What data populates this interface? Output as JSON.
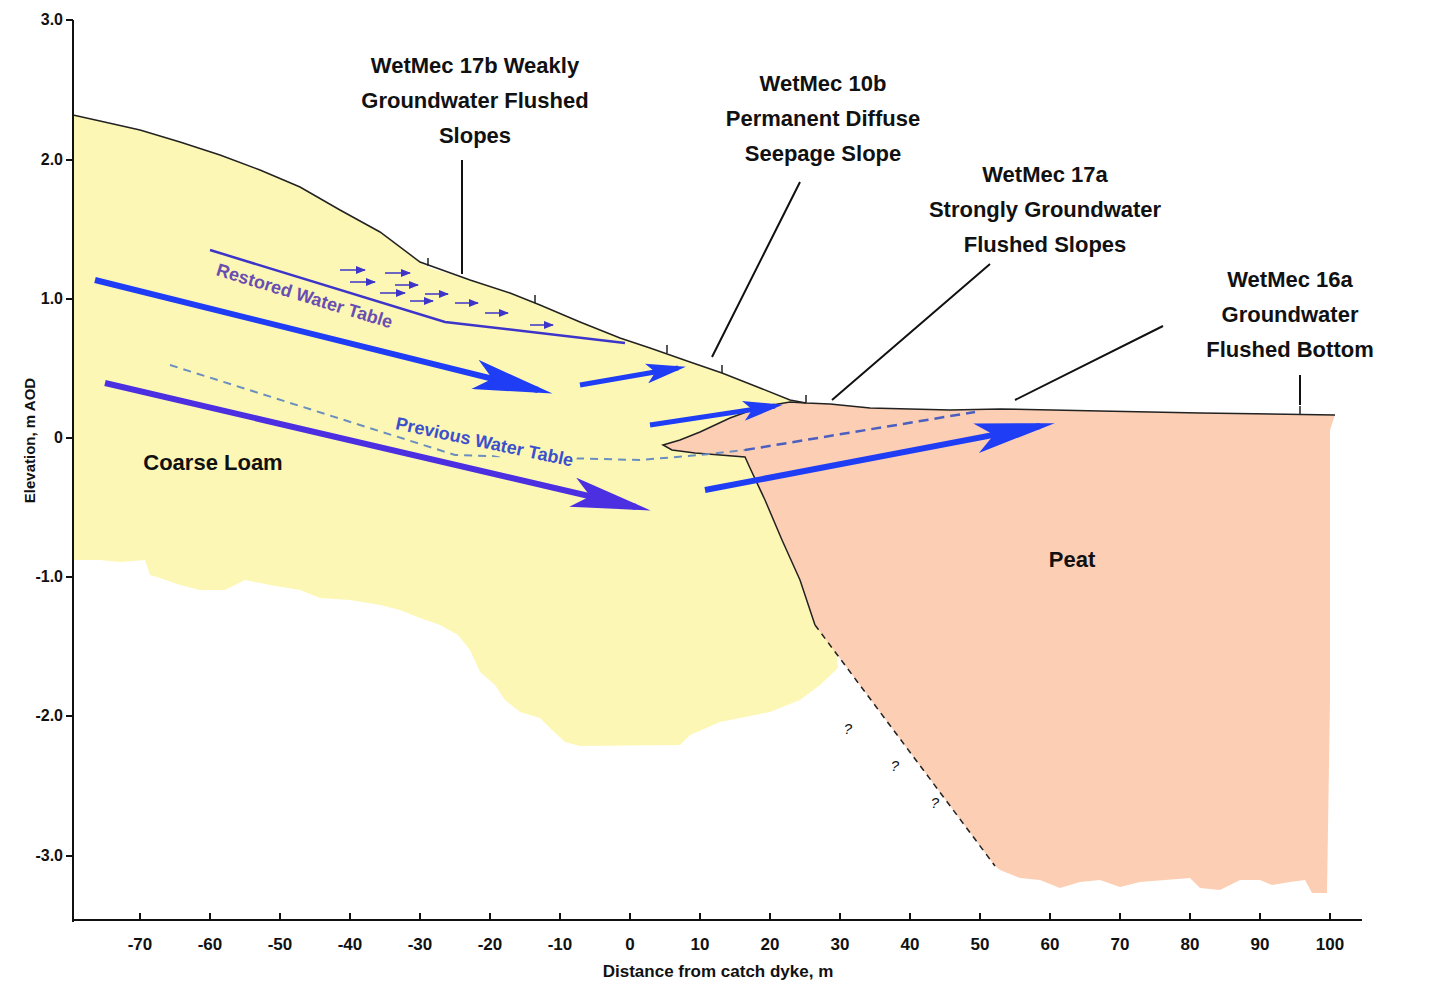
{
  "diagram": {
    "nodes": [
      {
        "text": [
          "Coarse Loam"
        ]
      },
      {
        "text": [
          "Peat"
        ]
      }
    ],
    "labels": [
      "WetMec 17b Weakly Groundwater Flushed Slopes",
      "WetMec 10b Permanent Diffuse Seepage Slope",
      "WetMec 17a Strongly Groundwater Flushed Slopes",
      "WetMec 16a Groundwater Flushed Bottom",
      "Restored Water Table",
      "Previous Water Table",
      "?",
      "?",
      "?",
      "3.0",
      "2.0",
      "1.0",
      "0",
      "-1.0",
      "-2.0",
      "-3.0",
      "Elevation, m AOD",
      "-70",
      "-60",
      "-50",
      "-40",
      "-30",
      "-20",
      "-10",
      "0",
      "10",
      "20",
      "30",
      "40",
      "50",
      "60",
      "70",
      "80",
      "90",
      "100",
      "Distance from catch dyke, m"
    ]
  }
}
